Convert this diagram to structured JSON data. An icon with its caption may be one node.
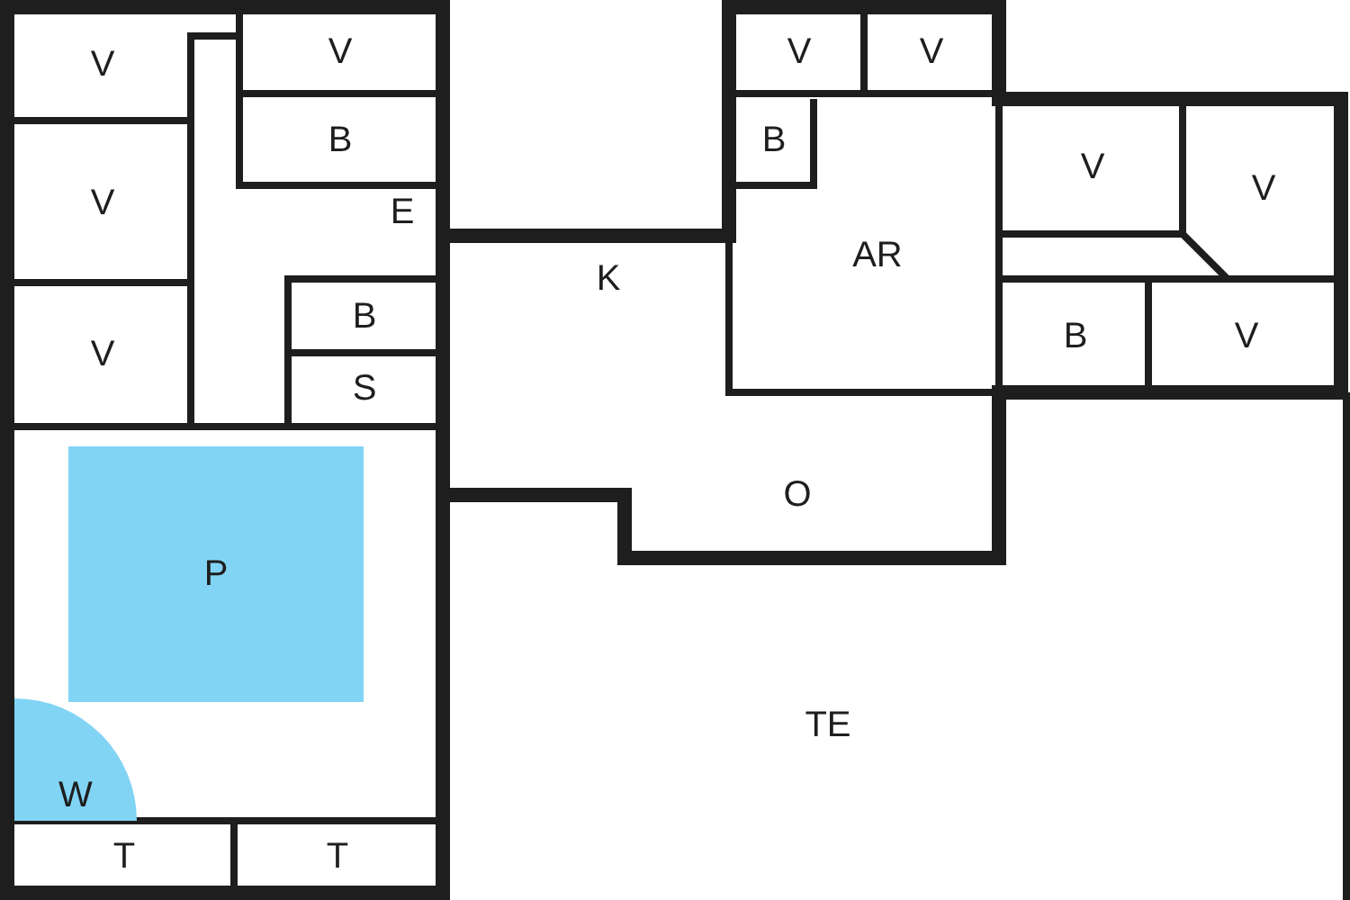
{
  "diagram": {
    "nodes": [
      {
        "text": [
          "V"
        ]
      },
      {
        "text": [
          "V"
        ]
      },
      {
        "text": [
          "V"
        ]
      },
      {
        "text": [
          "V"
        ]
      },
      {
        "text": [
          "B"
        ]
      },
      {
        "text": [
          "B"
        ]
      },
      {
        "text": [
          "V"
        ]
      },
      {
        "text": [
          "V"
        ]
      },
      {
        "text": [
          "V"
        ]
      },
      {
        "text": [
          "E"
        ]
      },
      {
        "text": [
          "K"
        ]
      },
      {
        "text": [
          "AR"
        ]
      },
      {
        "text": [
          "V"
        ]
      },
      {
        "text": [
          "B"
        ]
      },
      {
        "text": [
          "B"
        ]
      },
      {
        "text": [
          "V"
        ]
      },
      {
        "text": [
          "S"
        ]
      },
      {
        "text": [
          "O"
        ]
      },
      {
        "text": [
          "P"
        ]
      },
      {
        "text": [
          "TE"
        ]
      },
      {
        "text": [
          "W"
        ]
      },
      {
        "text": [
          "T"
        ]
      },
      {
        "text": [
          "T"
        ]
      }
    ]
  }
}
